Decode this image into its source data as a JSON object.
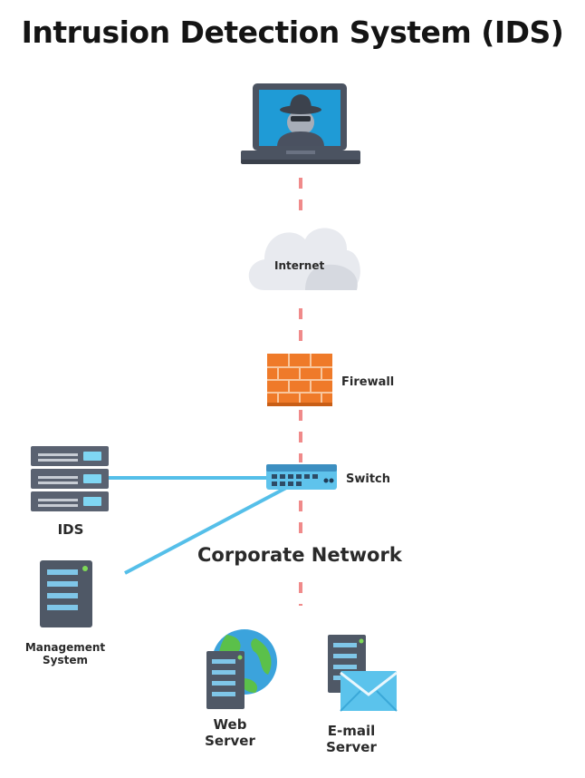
{
  "title": "Intrusion Detection System (IDS)",
  "nodes": {
    "internet": "Internet",
    "firewall": "Firewall",
    "switch": "Switch",
    "ids": "IDS",
    "management_line1": "Management",
    "management_line2": "System",
    "network": "Corporate Network",
    "web_line1": "Web",
    "web_line2": "Server",
    "email_line1": "E-mail",
    "email_line2": "Server"
  },
  "colors": {
    "link_dashed": "#f08a8a",
    "link_solid": "#55bfe9",
    "firewall": "#f07a2b",
    "server_body": "#4f5866",
    "cloud": "#e7e9ee"
  },
  "icons": [
    "hacker-laptop-icon",
    "cloud-icon",
    "firewall-icon",
    "switch-icon",
    "server-rack-icon",
    "server-icon",
    "globe-icon",
    "envelope-icon"
  ]
}
